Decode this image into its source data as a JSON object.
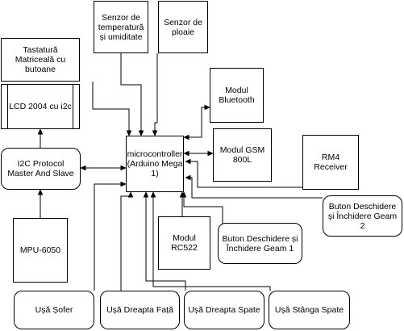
{
  "nodes": {
    "microcontroller": "microcontroller (Arduino Mega 1)",
    "temp_sensor": "Senzor de temperatură și umiditate",
    "rain_sensor": "Senzor de ploaie",
    "keypad": "Tastatură Matriceală cu butoane",
    "lcd": "LCD 2004 cu i2c",
    "i2c": "I2C Protocol Master And Slave",
    "mpu": "MPU-6050",
    "bluetooth": "Modul Bluetooth",
    "gsm": "Modul GSM 800L",
    "rm4": "RM4 Receiver",
    "rc522": "Modul RC522",
    "btn1": "Buton Deschidere și Închidere Geam 1",
    "btn2": "Buton Deschidere și Închidere Geam 2",
    "door_driver": "Ușă Șofer",
    "door_front_right": "Ușă Dreapta Față",
    "door_rear_right": "Ușă Dreapta Spate",
    "door_rear_left": "Ușă Stânga Spate"
  }
}
